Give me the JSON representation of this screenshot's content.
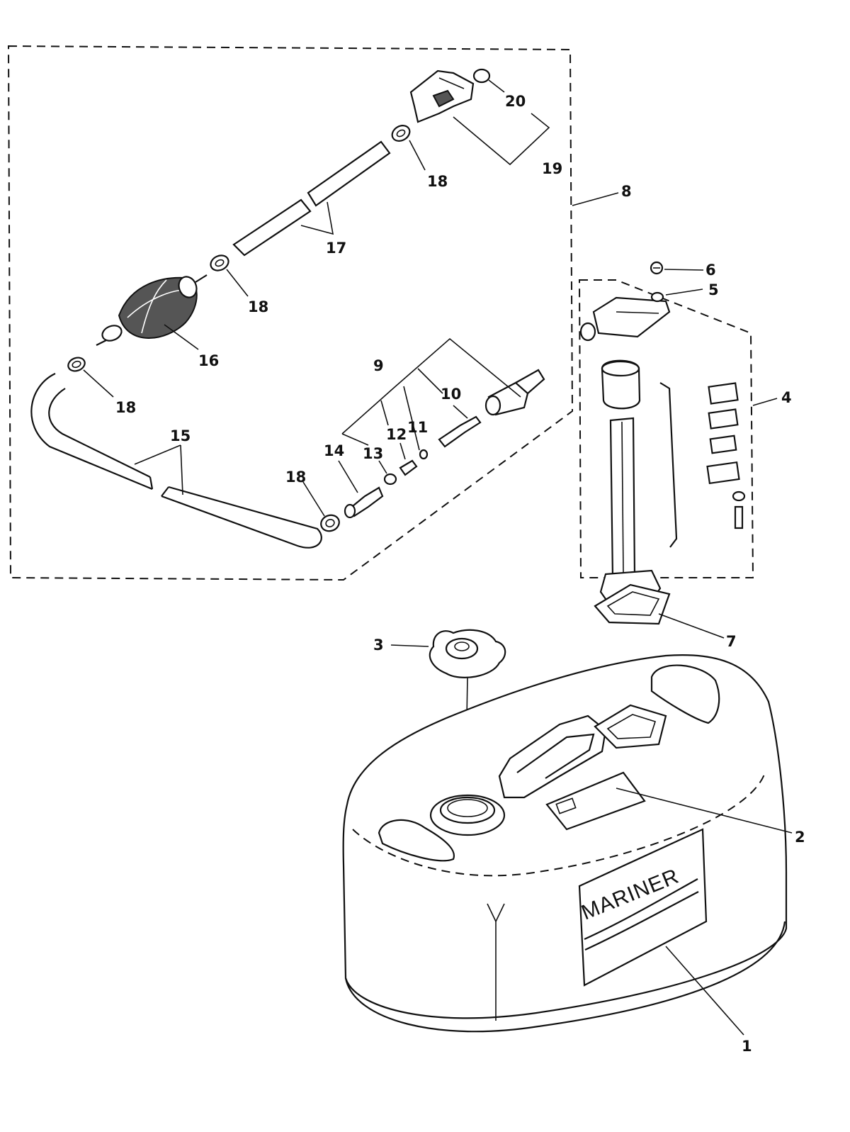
{
  "callouts": [
    {
      "id": "1",
      "text": "1"
    },
    {
      "id": "2",
      "text": "2"
    },
    {
      "id": "3",
      "text": "3"
    },
    {
      "id": "4",
      "text": "4"
    },
    {
      "id": "5",
      "text": "5"
    },
    {
      "id": "6",
      "text": "6"
    },
    {
      "id": "7",
      "text": "7"
    },
    {
      "id": "8",
      "text": "8"
    },
    {
      "id": "9",
      "text": "9"
    },
    {
      "id": "10",
      "text": "10"
    },
    {
      "id": "11",
      "text": "11"
    },
    {
      "id": "12",
      "text": "12"
    },
    {
      "id": "13",
      "text": "13"
    },
    {
      "id": "14",
      "text": "14"
    },
    {
      "id": "15",
      "text": "15"
    },
    {
      "id": "16",
      "text": "16"
    },
    {
      "id": "17",
      "text": "17"
    },
    {
      "id": "18a",
      "text": "18"
    },
    {
      "id": "18b",
      "text": "18"
    },
    {
      "id": "18c",
      "text": "18"
    },
    {
      "id": "18d",
      "text": "18"
    },
    {
      "id": "19",
      "text": "19"
    },
    {
      "id": "20",
      "text": "20"
    }
  ],
  "tank_label": {
    "brand": "MARINER"
  }
}
